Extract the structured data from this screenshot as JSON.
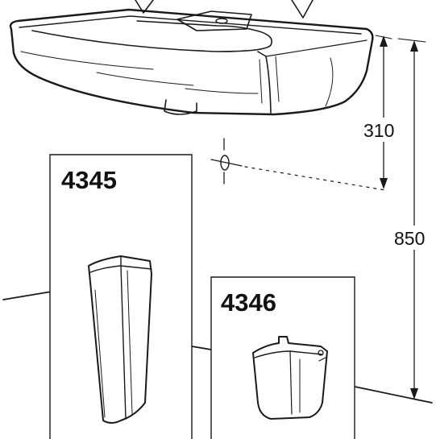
{
  "dimensions": {
    "height_to_basin_underside": "310",
    "height_to_basin_rim": "850"
  },
  "products": {
    "full_pedestal_code": "4345",
    "semi_pedestal_code": "4346"
  },
  "colors": {
    "line": "#1a1a1a",
    "background": "#ffffff"
  }
}
